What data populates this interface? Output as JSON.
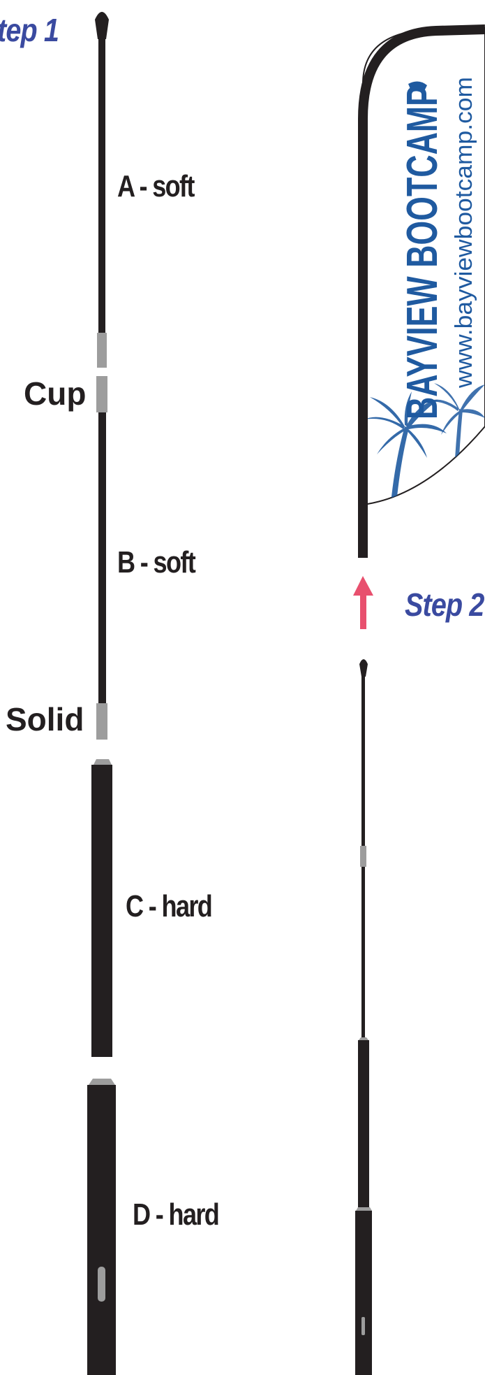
{
  "step1": {
    "title": "tep 1",
    "segments": {
      "a": "A - soft",
      "b": "B - soft",
      "c": "C - hard",
      "d": "D - hard"
    },
    "joints": {
      "cup": "Cup",
      "solid": "Solid"
    }
  },
  "step2": {
    "title": "Step 2"
  },
  "flag": {
    "brand": "BAYVIEW BOOTCAMP",
    "url": "www.bayviewbootcamp.com"
  },
  "colors": {
    "pole": "#231f20",
    "ferrule": "#9d9d9d",
    "step_text": "#3a4aa0",
    "arrow": "#e8506e",
    "flag_print": "#1f5aa0"
  }
}
